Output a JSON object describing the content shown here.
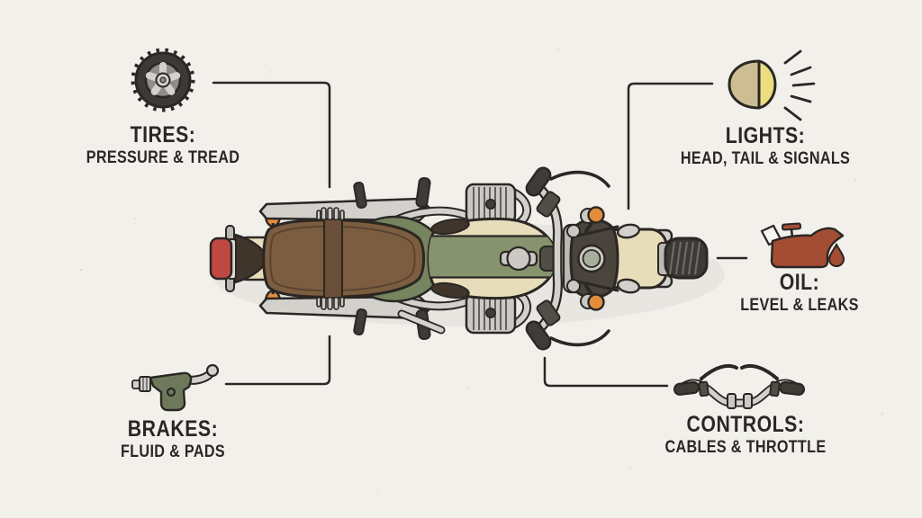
{
  "diagram": {
    "illustration": "motorcycle-top-view",
    "callouts": [
      {
        "id": "tires",
        "icon": "tire-icon",
        "title": "TIRES:",
        "subtitle": "PRESSURE & TREAD"
      },
      {
        "id": "lights",
        "icon": "headlight-icon",
        "title": "LIGHTS:",
        "subtitle": "HEAD, TAIL & SIGNALS"
      },
      {
        "id": "oil",
        "icon": "oil-can-icon",
        "title": "OIL:",
        "subtitle": "LEVEL & LEAKS"
      },
      {
        "id": "brakes",
        "icon": "brake-lever-icon",
        "title": "BRAKES:",
        "subtitle": "FLUID & PADS"
      },
      {
        "id": "controls",
        "icon": "handlebar-icon",
        "title": "CONTROLS:",
        "subtitle": "CABLES & THROTTLE"
      }
    ]
  },
  "colors": {
    "ink": "#2a2724",
    "paper": "#f2f0ea",
    "cream": "#e7ddba",
    "green": "#87936e",
    "sage": "#76845f",
    "brown": "#7d5d40",
    "brownd": "#6b4e37",
    "seatline": "#5a442f",
    "orange": "#e28d3c",
    "red": "#c04842",
    "oil": "#a34d34",
    "olive": "#6e795b",
    "metal": "#d3d1cc",
    "metald": "#bbb9b4",
    "steel": "#cbc9c4",
    "dark": "#3f3b36",
    "dark2": "#514d47",
    "tire": "#3d3936",
    "tread": "#6e6a64",
    "tan": "#cdbd92",
    "yellow": "#ebdd80",
    "white": "#f7f6f2",
    "rimd": "#8f8d88",
    "bucket": "#4a443c",
    "lens": "#a8ad9c",
    "cone": "#3f352b",
    "stripe": "#dbd9d4",
    "speck": "#d8d5cc"
  }
}
